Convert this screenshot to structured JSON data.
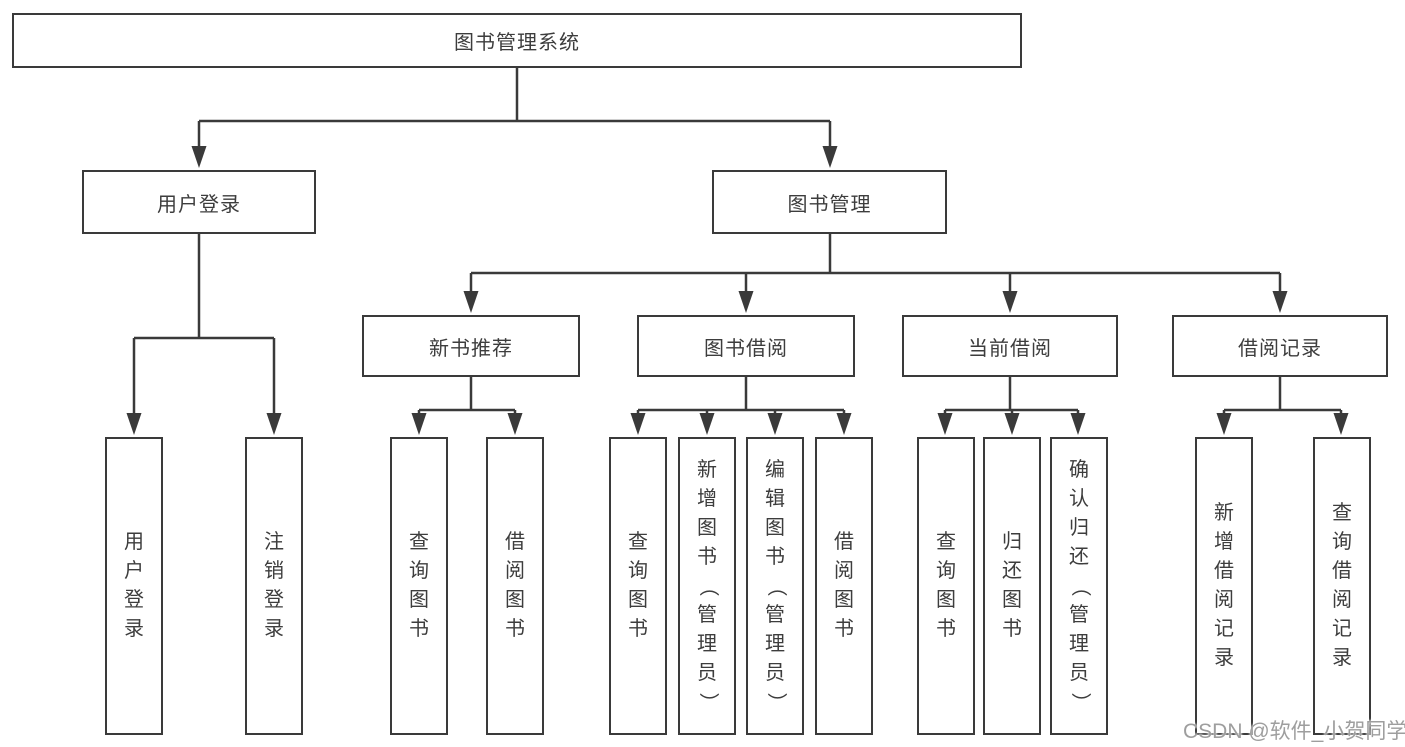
{
  "tree": {
    "root": "图书管理系统",
    "branches": [
      {
        "label": "用户登录",
        "leaves": [
          "用户登录",
          "注销登录"
        ]
      },
      {
        "label": "图书管理",
        "sections": [
          {
            "label": "新书推荐",
            "leaves": [
              "查询图书",
              "借阅图书"
            ]
          },
          {
            "label": "图书借阅",
            "leaves": [
              "查询图书",
              "新增图书（管理员）",
              "编辑图书（管理员）",
              "借阅图书"
            ]
          },
          {
            "label": "当前借阅",
            "leaves": [
              "查询图书",
              "归还图书",
              "确认归还（管理员）"
            ]
          },
          {
            "label": "借阅记录",
            "leaves": [
              "新增借阅记录",
              "查询借阅记录"
            ]
          }
        ]
      }
    ]
  },
  "watermark": "CSDN @软件_小贺同学",
  "colors": {
    "line": "#3a3a3a",
    "box_border": "#3a3a3a",
    "text": "#3d3d3d",
    "watermark": "#9e9e9e",
    "background": "#ffffff"
  }
}
